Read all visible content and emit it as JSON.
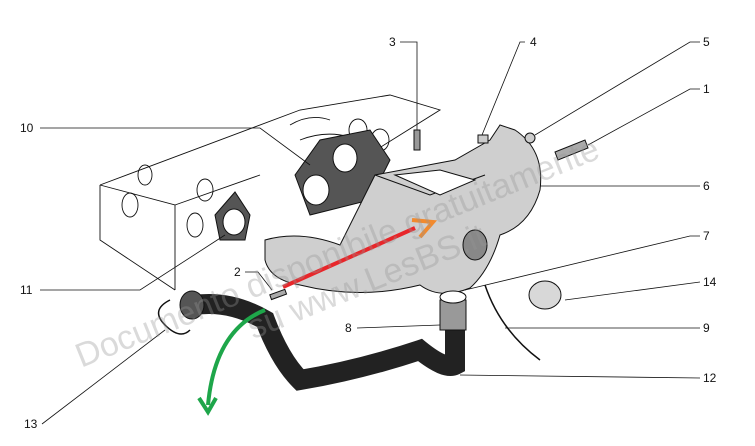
{
  "callouts": [
    "1",
    "2",
    "3",
    "4",
    "5",
    "6",
    "7",
    "8",
    "9",
    "10",
    "11",
    "12",
    "13",
    "14"
  ],
  "watermark": {
    "line1": "Documento disponibile gratuitamente",
    "line2": "su www.LesBS.it"
  },
  "colors": {
    "red_arrow": "#e8262a",
    "orange_arrow_head": "#f28a2e",
    "green_arrow": "#1ea64a",
    "ink": "#111111"
  }
}
